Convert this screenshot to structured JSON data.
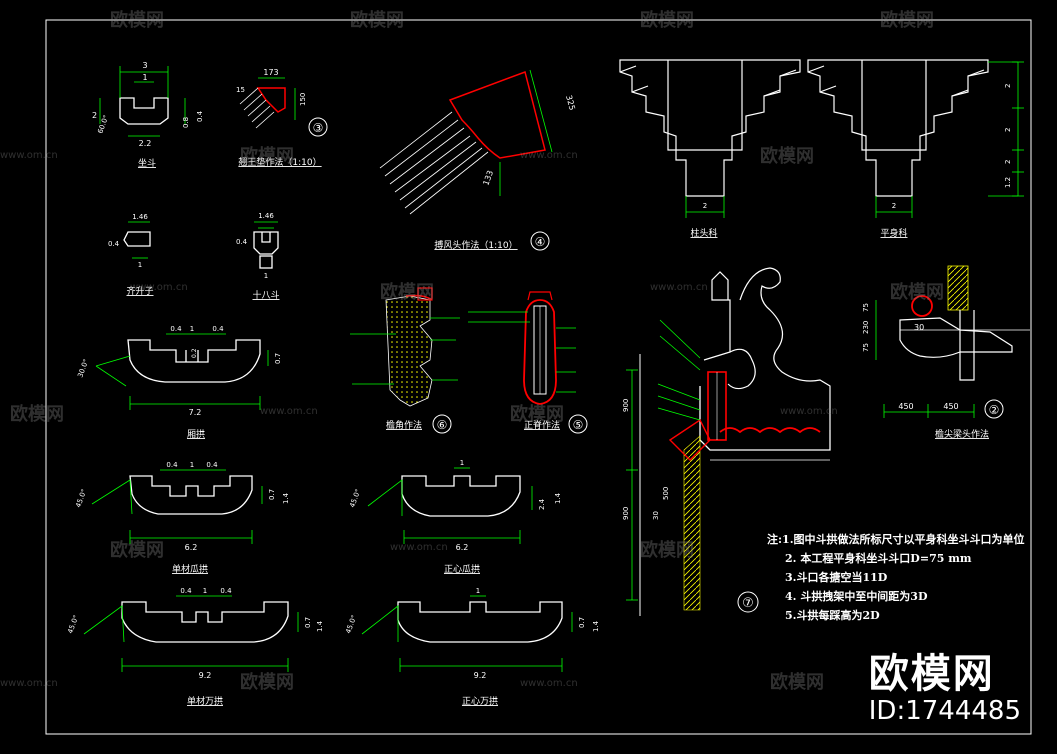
{
  "watermark": {
    "logo": "欧模网",
    "site": "www.om.cn"
  },
  "brand": {
    "name": "欧模网",
    "id": "ID:1744485"
  },
  "details": {
    "zuodou": "坐斗",
    "tiangong": "翘王垫作法（1:10）",
    "bofeng": "搏风头作法（1:10）",
    "qisheng": "齐升子",
    "shibadou": "十八斗",
    "zhuangong": "厢拱",
    "dancaiguagong": "单材瓜拱",
    "zhengxinguagong": "正心瓜拱",
    "dancaiwangong": "单材万拱",
    "zhengxinwangong": "正心万拱",
    "yanjiao": "檐角作法",
    "zhengji": "正脊作法",
    "zhutou": "柱头科",
    "pingshen": "平身科",
    "yanjia": "檐尖梁头作法"
  },
  "circle_numbers": [
    "③",
    "④",
    "⑥",
    "⑤",
    "⑦",
    "②"
  ],
  "dims": {
    "zuodou_w": "3",
    "zuodou_c": "1",
    "zuodou_b": "2.2",
    "zuodou_h": "2",
    "zuodou_s": "0.8",
    "zuodou_t": "0.4",
    "zuodou_a": "60.0°",
    "tg_w": "173",
    "tg_h": "150",
    "tg_s": "15",
    "bf_a": "325",
    "bf_b": "133",
    "qs_w": "1.46",
    "qs_b": "1",
    "qs_h": "0.4",
    "sb_w": "1.46",
    "sb_b": "1",
    "sb_h": "0.4",
    "zg_a": "0.4",
    "zg_b": "1",
    "zg_l": "7.2",
    "zg_ang": "30.0°",
    "zg_h": "0.7",
    "zg_s": "0.2",
    "dg_a": "0.4",
    "dg_b": "1",
    "dg_l": "6.2",
    "dg_ang": "45.0°",
    "dg_h": "0.7",
    "dg_t": "1.4",
    "zgg_b": "1",
    "zgg_l": "6.2",
    "zgg_ang": "45.0°",
    "zgg_h": "2.4",
    "zgg_t": "1.4",
    "dw_a": "0.4",
    "dw_b": "1",
    "dw_l": "9.2",
    "dw_ang": "45.0°",
    "dw_h": "0.7",
    "dw_t": "1.4",
    "zw_b": "1",
    "zw_l": "9.2",
    "zw_ang": "45.0°",
    "zw_h": "0.7",
    "zw_t": "1.4",
    "zt_b": "2",
    "ps_b": "2",
    "ps_r1": "2",
    "ps_r2": "2",
    "ps_r3": "2",
    "ps_r4": "1.2",
    "yj_a": "450",
    "yj_b": "450",
    "yj_h1": "75",
    "yj_h2": "230",
    "yj_h3": "75",
    "yj_s": "30",
    "q_900a": "900",
    "q_900b": "900",
    "q_500": "500",
    "q_30": "30"
  },
  "notes": [
    "注:1.图中斗拱做法所标尺寸以平身科坐斗斗口为单位",
    "2. 本工程平身科坐斗斗口D=75 mm",
    "3.斗口各搪空当11D",
    "4. 斗拱拽架中至中间距为3D",
    "5.斗拱每踩高为2D"
  ],
  "colors": {
    "bg": "#000000",
    "line": "#ffffff",
    "dim": "#00ff00",
    "accent": "#ff0000",
    "hatch": "#ffff00",
    "frame": "#ffffff"
  }
}
